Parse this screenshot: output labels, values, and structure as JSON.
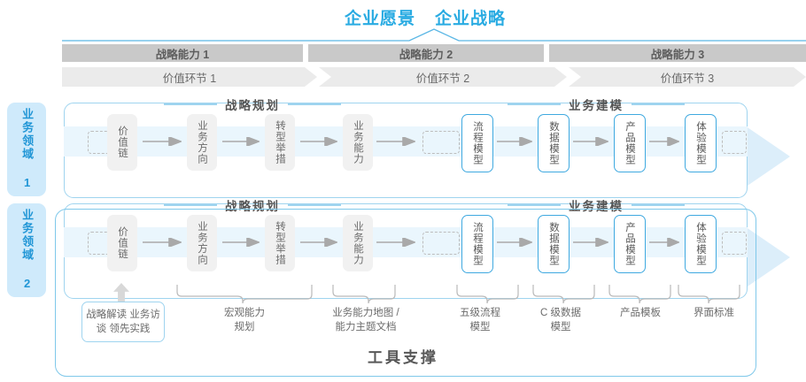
{
  "header": {
    "vision_title": "企业愿景",
    "strategy_title": "企业战略",
    "accent_color": "#29ABE2"
  },
  "capabilities": [
    {
      "label": "战略能力 1"
    },
    {
      "label": "战略能力 2"
    },
    {
      "label": "战略能力 3"
    }
  ],
  "value_chain": [
    {
      "label": "价值环节 1"
    },
    {
      "label": "价值环节 2"
    },
    {
      "label": "价值环节 3"
    }
  ],
  "domains": [
    {
      "label": "业务领域 1"
    },
    {
      "label": "业务领域 2"
    }
  ],
  "sections": {
    "planning": "战略规划",
    "modeling": "业务建模"
  },
  "nodes": {
    "planning": [
      {
        "label": "价值链",
        "style": "gray"
      },
      {
        "label": "业务方向",
        "style": "gray"
      },
      {
        "label": "转型举措",
        "style": "gray"
      },
      {
        "label": "业务能力",
        "style": "gray"
      }
    ],
    "modeling": [
      {
        "label": "流程模型",
        "style": "blue"
      },
      {
        "label": "数据模型",
        "style": "blue"
      },
      {
        "label": "产品模型",
        "style": "blue"
      },
      {
        "label": "体验模型",
        "style": "blue"
      }
    ]
  },
  "tool_support": {
    "title": "工具支撑",
    "left_note": "战略解读\n业务访谈\n领先实践",
    "labels": [
      {
        "text": "宏观能力\n规划"
      },
      {
        "text": "业务能力地图 /\n能力主题文档"
      },
      {
        "text": "五级流程\n模型"
      },
      {
        "text": "C 级数据\n模型"
      },
      {
        "text": "产品模板"
      },
      {
        "text": "界面标准"
      }
    ]
  }
}
